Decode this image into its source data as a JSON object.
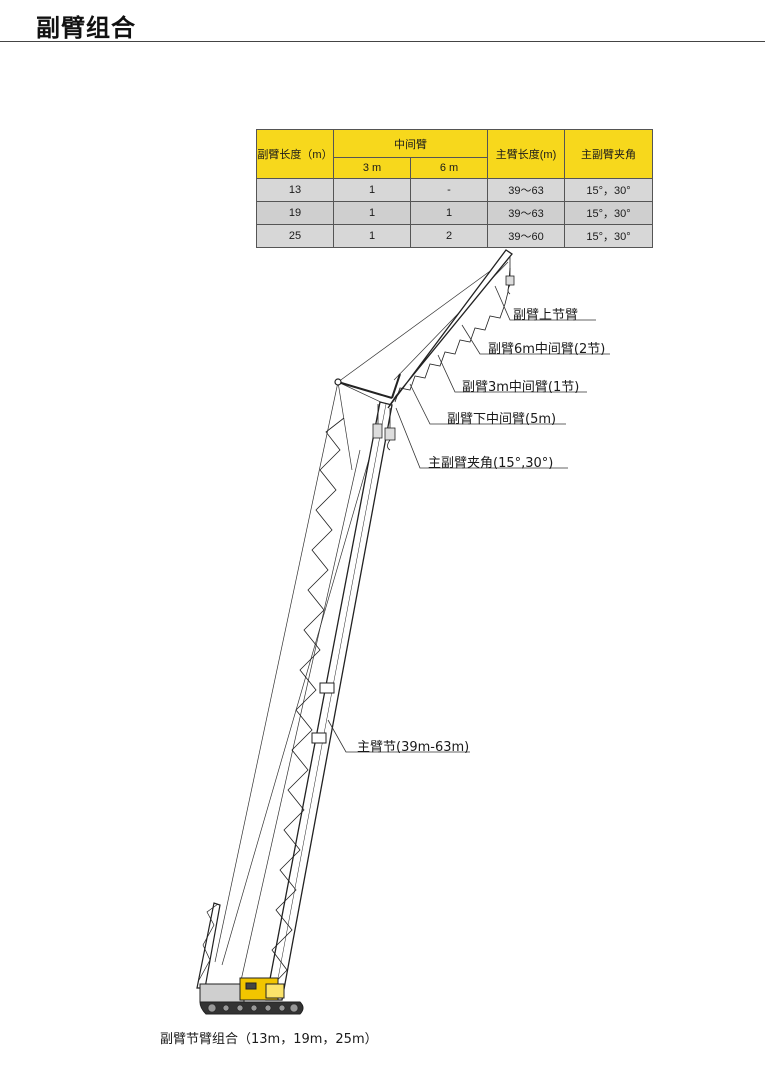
{
  "page": {
    "title": "副臂组合"
  },
  "table": {
    "headers": {
      "jib_length": "副臂长度（m）",
      "middle_jib": "中间臂",
      "middle_3m": "3 m",
      "middle_6m": "6 m",
      "main_boom": "主臂长度(m)",
      "angle": "主副臂夹角"
    },
    "rows": [
      {
        "jib": "13",
        "m3": "1",
        "m6": "-",
        "boom": "39～63",
        "angle": "15°，30°"
      },
      {
        "jib": "19",
        "m3": "1",
        "m6": "1",
        "boom": "39～63",
        "angle": "15°，30°"
      },
      {
        "jib": "25",
        "m3": "1",
        "m6": "2",
        "boom": "39～60",
        "angle": "15°，30°"
      }
    ]
  },
  "callouts": {
    "jib_top": "副臂上节臂",
    "jib_6m": "副臂6m中间臂(2节)",
    "jib_3m": "副臂3m中间臂(1节)",
    "jib_lower": "副臂下中间臂(5m)",
    "jib_angle": "主副臂夹角(15°,30°)",
    "main_boom": "主臂节(39m-63m)"
  },
  "caption": "副臂节臂组合（13m，19m，25m）",
  "colors": {
    "header_fill": "#f7d81c",
    "row_fill": "#d7d7d7",
    "crane_body": "#f2c500"
  }
}
